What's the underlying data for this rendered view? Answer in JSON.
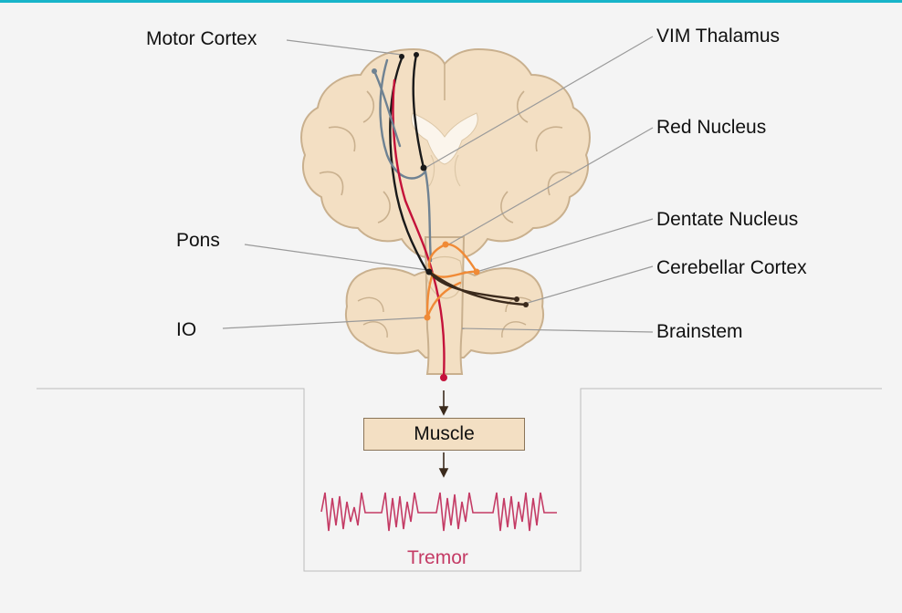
{
  "labels": {
    "motor_cortex": "Motor Cortex",
    "vim_thalamus": "VIM Thalamus",
    "red_nucleus": "Red Nucleus",
    "dentate_nucleus": "Dentate Nucleus",
    "cerebellar_cortex": "Cerebellar Cortex",
    "pons": "Pons",
    "io": "IO",
    "brainstem": "Brainstem",
    "muscle": "Muscle",
    "tremor": "Tremor"
  },
  "colors": {
    "accent_rule": "#18b4c9",
    "brain_fill": "#f3dfc3",
    "brain_stroke": "#c9b08e",
    "ventricle": "#fbf5ec",
    "leader_line": "#9a9a9a",
    "pathway_black": "#1a1a1a",
    "pathway_red": "#c4123a",
    "pathway_gray": "#6f8292",
    "pathway_orange": "#f08a36",
    "pathway_brown": "#3b2a1c",
    "tremor": "#c43b65"
  }
}
